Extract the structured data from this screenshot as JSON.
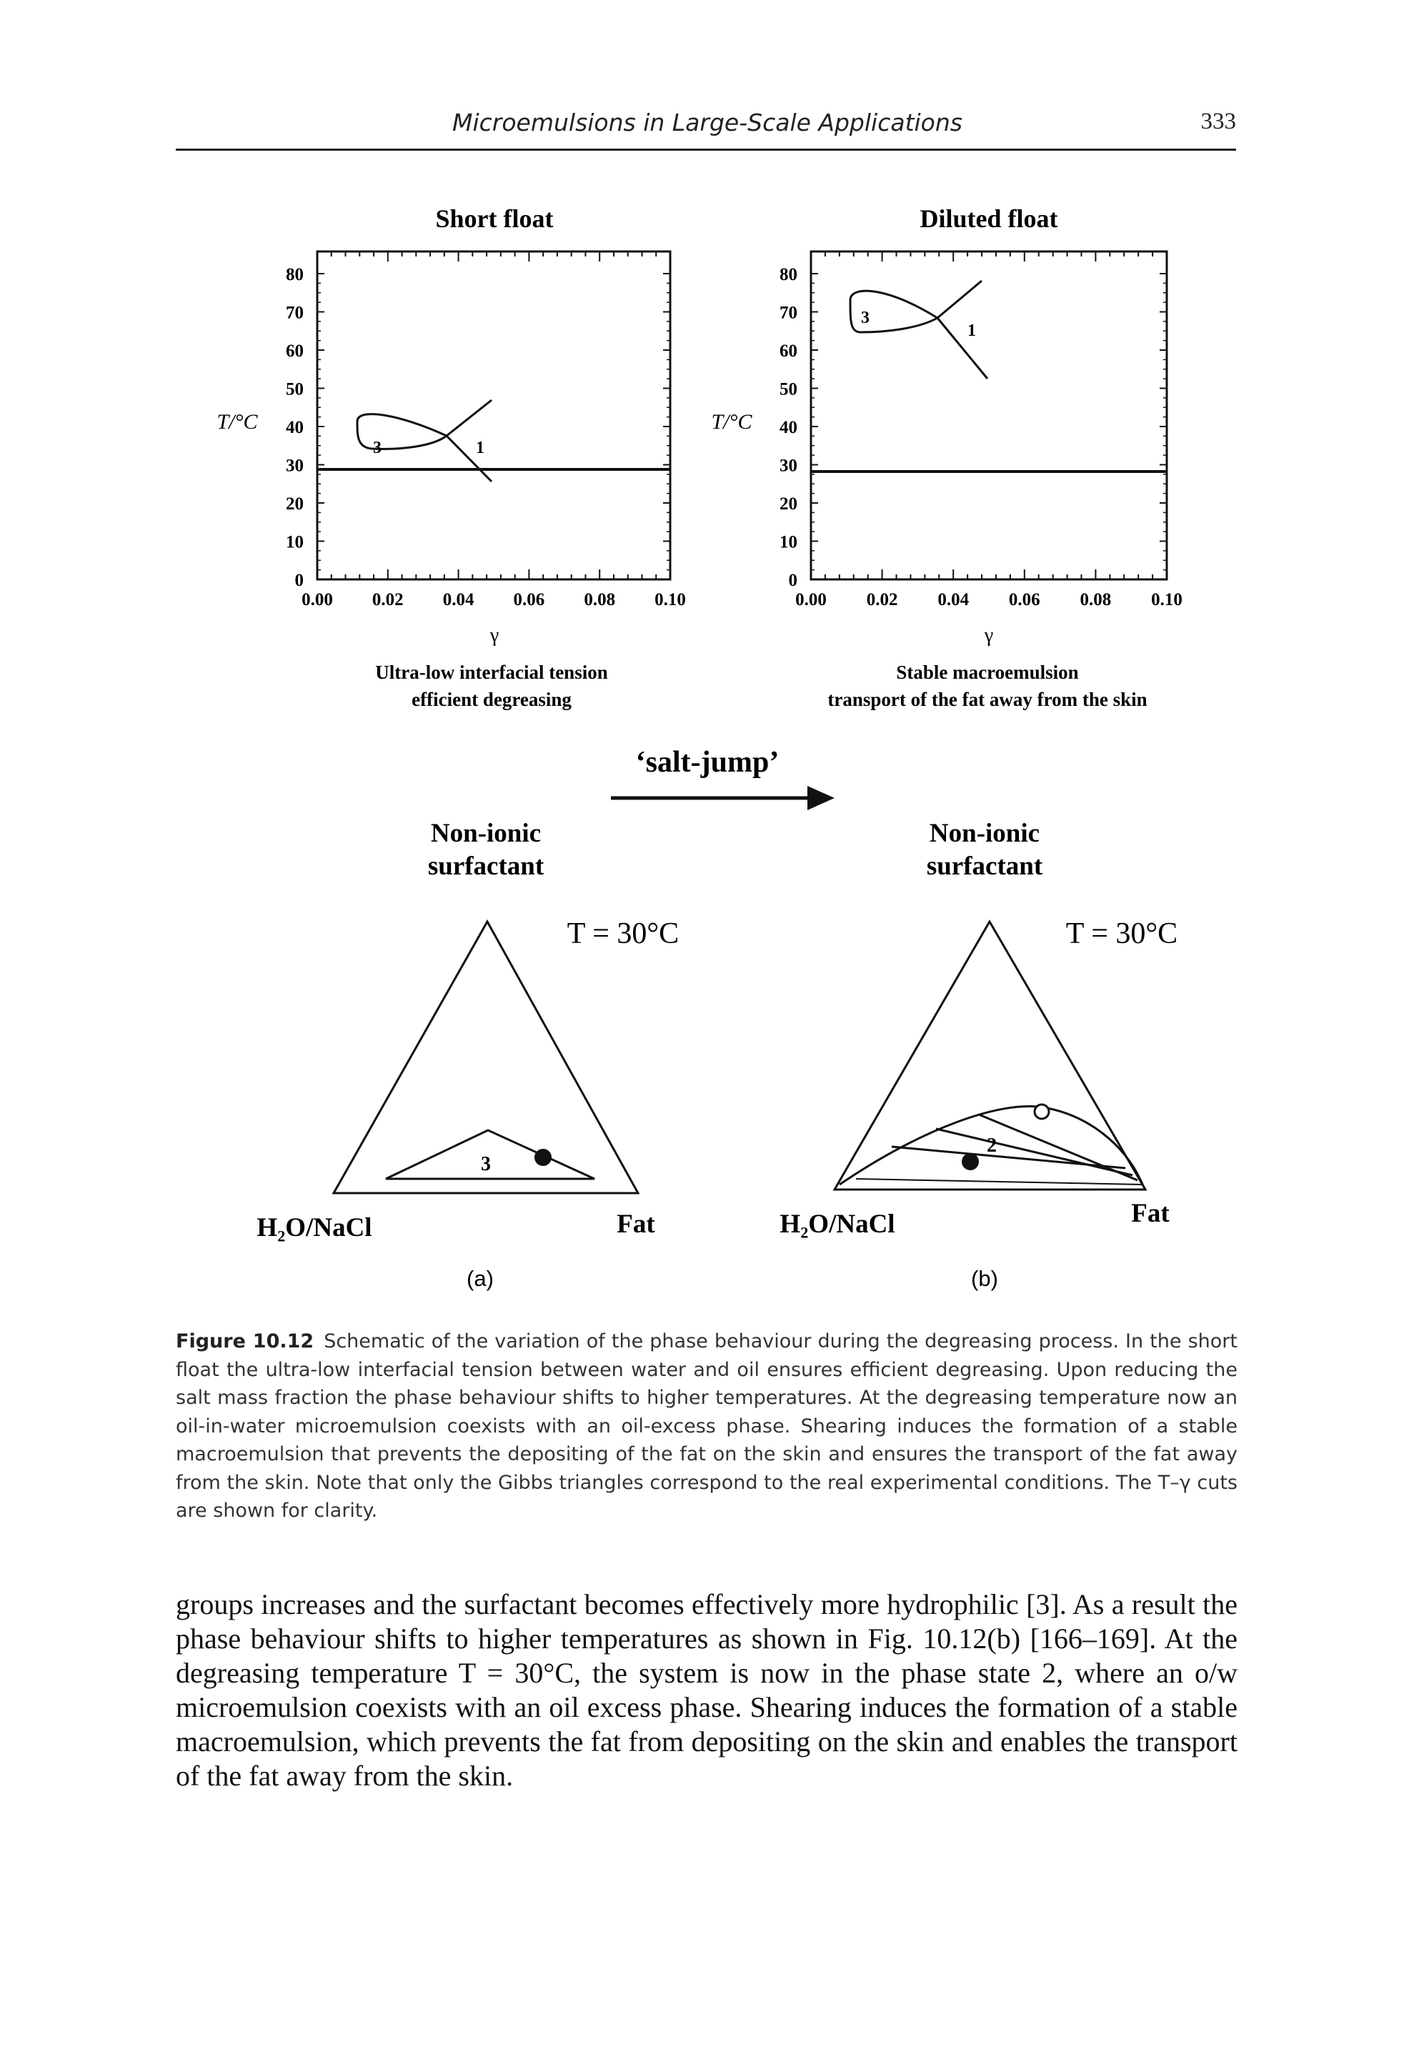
{
  "header": {
    "running_title": "Microemulsions in Large-Scale Applications",
    "page_number": "333"
  },
  "figure": {
    "panel_a": {
      "title": "Short float",
      "y_label": "T/°C",
      "x_label": "γ",
      "y_ticks": [
        "80",
        "70",
        "60",
        "50",
        "40",
        "30",
        "20",
        "10",
        "0"
      ],
      "x_ticks": [
        "0.00",
        "0.02",
        "0.04",
        "0.06",
        "0.08",
        "0.10"
      ],
      "region_labels": [
        "3",
        "1"
      ],
      "note_line1": "Ultra-low interfacial tension",
      "note_line2": "efficient degreasing",
      "surfactant_line1": "Non-ionic",
      "surfactant_line2": "surfactant",
      "temperature": "T = 30°C",
      "left_vertex": "H₂O/NaCl",
      "right_vertex": "Fat",
      "triangle_region": "3",
      "panel_tag": "(a)"
    },
    "panel_b": {
      "title": "Diluted float",
      "y_label": "T/°C",
      "x_label": "γ",
      "y_ticks": [
        "80",
        "70",
        "60",
        "50",
        "40",
        "30",
        "20",
        "10",
        "0"
      ],
      "x_ticks": [
        "0.00",
        "0.02",
        "0.04",
        "0.06",
        "0.08",
        "0.10"
      ],
      "region_labels": [
        "3",
        "1"
      ],
      "note_line1": "Stable macroemulsion",
      "note_line2": "transport of the fat away from the skin",
      "surfactant_line1": "Non-ionic",
      "surfactant_line2": "surfactant",
      "temperature": "T = 30°C",
      "left_vertex": "H₂O/NaCl",
      "right_vertex": "Fat",
      "triangle_region": "2",
      "panel_tag": "(b)"
    },
    "arrow_label": "‘salt-jump’"
  },
  "caption": {
    "label": "Figure 10.12",
    "text": "Schematic of the variation of the phase behaviour during the degreasing process. In the short float the ultra-low interfacial tension between water and oil ensures efficient degreasing. Upon reducing the salt mass fraction the phase behaviour shifts to higher temperatures. At the degreasing temperature now an oil-in-water microemulsion coexists with an oil-excess phase. Shearing induces the formation of a stable macroemulsion that prevents the depositing of the fat on the skin and ensures the transport of the fat away from the skin. Note that only the Gibbs triangles correspond to the real experimental conditions. The T–γ cuts are shown for clarity."
  },
  "body_text": "groups increases and the surfactant becomes effectively more hydrophilic [3]. As a result the phase behaviour shifts to higher temperatures as shown in Fig. 10.12(b) [166–169]. At the degreasing temperature T = 30°C, the system is now in the phase state 2, where an o/w microemulsion coexists with an oil excess phase. Shearing induces the formation of a stable macroemulsion, which prevents the fat from depositing on the skin and enables the transport of the fat away from the skin."
}
